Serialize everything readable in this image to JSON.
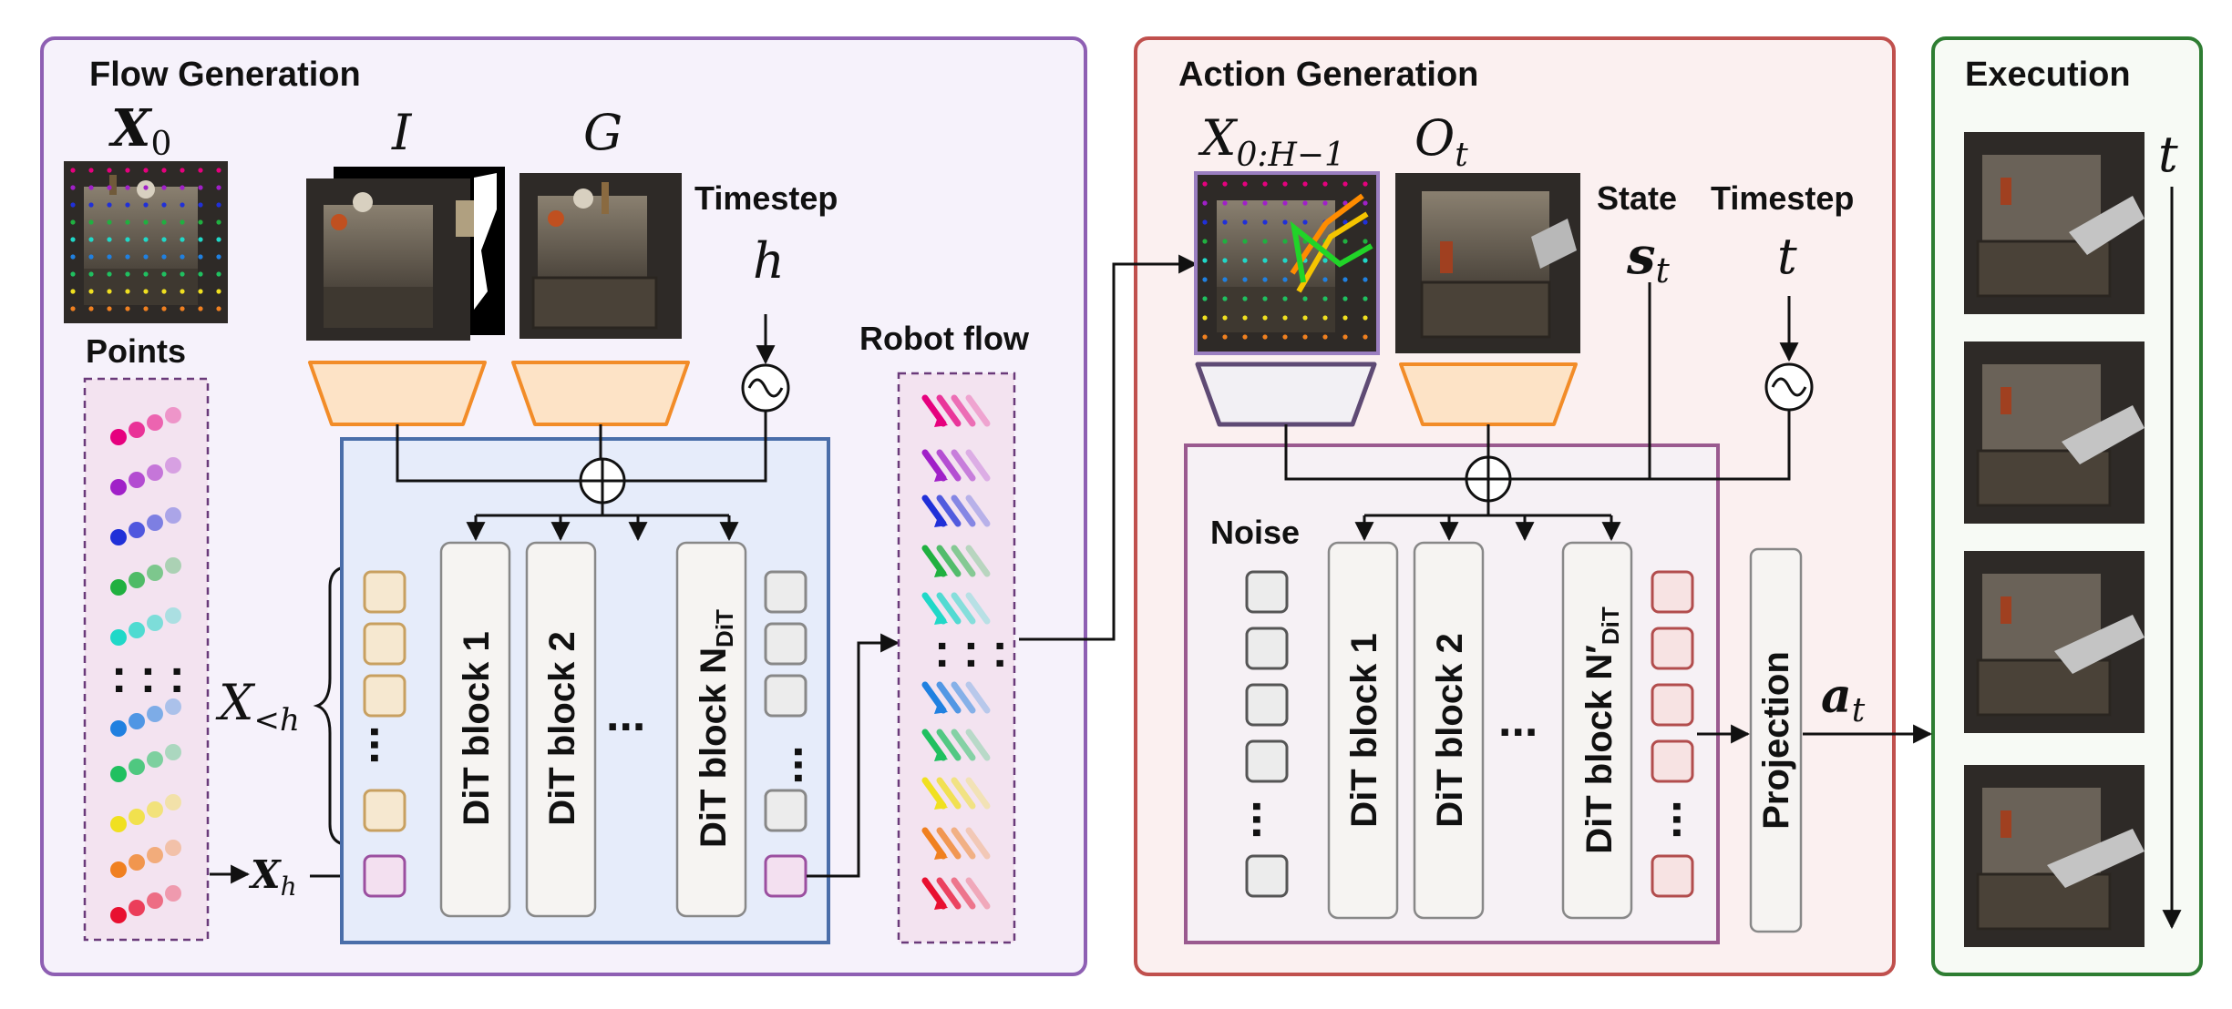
{
  "sections": {
    "flow_generation": "Flow Generation",
    "action_generation": "Action Generation",
    "execution": "Execution"
  },
  "flow": {
    "x0_label": "X",
    "x0_sub": "0",
    "image_label": "I",
    "goal_label": "G",
    "timestep_label": "Timestep",
    "h_label": "h",
    "points_label": "Points",
    "robot_flow_label": "Robot flow",
    "x_less_h": "X",
    "x_less_h_sub": "<h",
    "xh_label": "X",
    "xh_sub": "h",
    "block1": "DiT block  1",
    "block2": "DiT block  2",
    "blockN": "DiT block N",
    "blockN_sub": "DiT",
    "ellipsis": "..."
  },
  "action": {
    "x_range_label": "X",
    "x_range_sub": "0:H−1",
    "obs_label": "O",
    "obs_sub": "t",
    "state_label": "State",
    "timestep_label": "Timestep",
    "s_label": "s",
    "s_sub": "t",
    "t_label": "t",
    "noise_label": "Noise",
    "block1": "DiT block  1",
    "block2": "DiT block  2",
    "blockN": "DiT block N′",
    "blockN_sub": "DiT",
    "projection": "Projection",
    "a_label": "a",
    "a_sub": "t",
    "ellipsis": "..."
  },
  "execution": {
    "time_label": "t"
  },
  "colors": {
    "flow_border": "#8e5fb3",
    "flow_bg": "#f6f2fb",
    "action_border": "#c0504d",
    "action_bg": "#fbf0f0",
    "exec_border": "#2e7d32",
    "exec_bg": "#f7faf5",
    "dit_container_border": "#4a6ea9",
    "dit_container_bg": "#e6ecfa",
    "action_dit_border": "#9a5a8f",
    "action_dit_bg": "#f6f1f5",
    "encoder_orange": "#f28c28",
    "encoder_fill": "#fde3c6",
    "token_tan": "#c8a060",
    "token_tan_fill": "#f6e8d0",
    "token_purple": "#9b4fa0",
    "token_purple_fill": "#f3e0f0",
    "token_red": "#b24d4d",
    "token_red_fill": "#f7e3e3",
    "token_gray": "#888888",
    "token_gray_fill": "#ececec"
  },
  "icons": [
    "sinusoidal-embedding-icon",
    "sum-icon",
    "arrow-icon"
  ]
}
